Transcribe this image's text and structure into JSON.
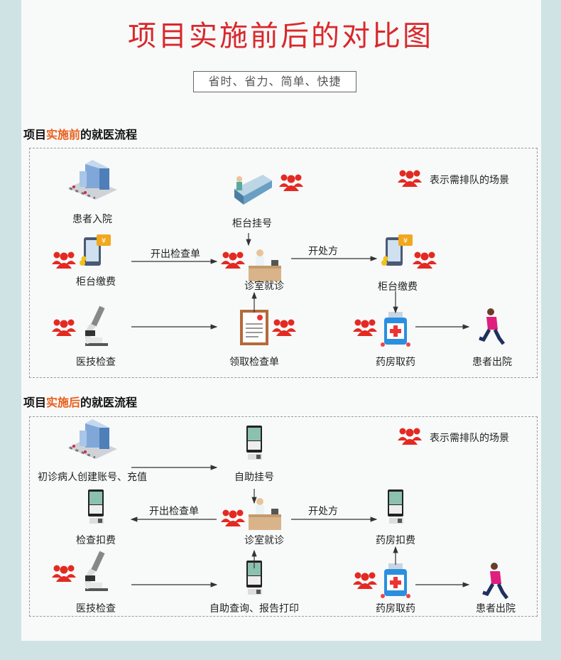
{
  "title": "项目实施前后的对比图",
  "subtitle": "省时、省力、简单、快捷",
  "colors": {
    "title": "#d9282b",
    "highlight": "#e8601c",
    "crowd": "#e32a22"
  },
  "before": {
    "heading_pre": "项目",
    "heading_hl": "实施前",
    "heading_post": "的就医流程",
    "legend": "表示需排队的场景",
    "nodes": [
      {
        "label": "患者入院",
        "icon": "hospital-icon"
      },
      {
        "label": "柜台挂号",
        "icon": "counter-icon",
        "queue": true
      },
      {
        "label": "柜台缴费",
        "icon": "payment-phone-icon",
        "queue": true
      },
      {
        "label": "诊室就诊",
        "icon": "doctor-desk-icon",
        "queue": true
      },
      {
        "label": "柜台缴费",
        "icon": "payment-phone-icon",
        "queue": true
      },
      {
        "label": "医技检查",
        "icon": "microscope-icon",
        "queue": true
      },
      {
        "label": "领取检查单",
        "icon": "report-form-icon",
        "queue": true
      },
      {
        "label": "药房取药",
        "icon": "medicine-icon",
        "queue": true
      },
      {
        "label": "患者出院",
        "icon": "runner-icon"
      }
    ],
    "arrows": [
      "开出检查单",
      "开处方"
    ]
  },
  "after": {
    "heading_pre": "项目",
    "heading_hl": "实施后",
    "heading_post": "的就医流程",
    "legend": "表示需排队的场景",
    "nodes": [
      {
        "label": "初诊病人创建账号、充值",
        "icon": "hospital-icon"
      },
      {
        "label": "自助挂号",
        "icon": "kiosk-icon"
      },
      {
        "label": "检查扣费",
        "icon": "kiosk-icon"
      },
      {
        "label": "诊室就诊",
        "icon": "doctor-desk-icon",
        "queue": true
      },
      {
        "label": "药房扣费",
        "icon": "kiosk-icon"
      },
      {
        "label": "医技检查",
        "icon": "microscope-icon",
        "queue": true
      },
      {
        "label": "自助查询、报告打印",
        "icon": "kiosk-icon"
      },
      {
        "label": "药房取药",
        "icon": "medicine-icon",
        "queue": true
      },
      {
        "label": "患者出院",
        "icon": "runner-icon"
      }
    ],
    "arrows": [
      "开出检查单",
      "开处方"
    ]
  }
}
